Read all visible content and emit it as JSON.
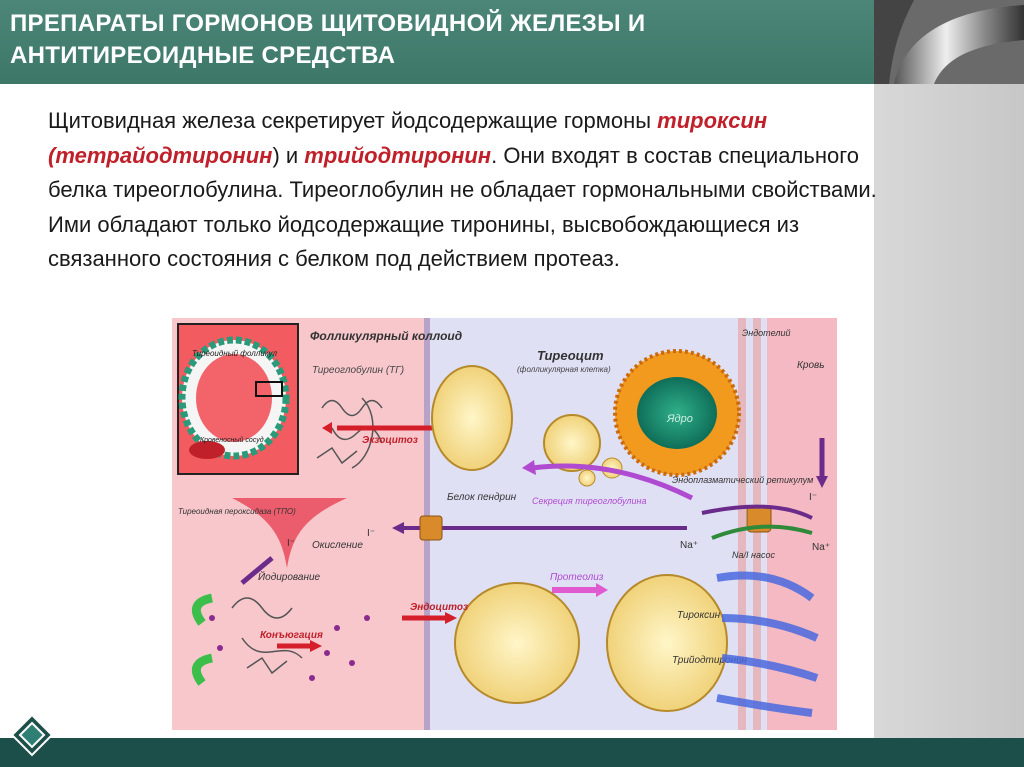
{
  "header": {
    "title_line1": "ПРЕПАРАТЫ ГОРМОНОВ  ЩИТОВИДНОЙ ЖЕЛЕЗЫ И",
    "title_line2": "АНТИТИРЕОИДНЫЕ СРЕДСТВА"
  },
  "body": {
    "t1": "Щитовидная железа секретирует йодсодержащие гормоны ",
    "h1": "тироксин (тетрайодтиронин",
    "t2": ") и ",
    "h2": "трийодтиронин",
    "t3": ". Они входят в состав специального белка тиреоглобулина. Тиреоглобулин не обладает гормональными свойствами. Ими обладают только йодсодержащие тиронины, высвобождающиеся из связанного состояния с белком под действием протеаз."
  },
  "diagram": {
    "inset_follicle": "Тиреоидный фолликул",
    "inset_vessel": "Кровеносный сосуд",
    "colloid": "Фолликулярный коллоид",
    "tg": "Тиреоглобулин (ТГ)",
    "exocytosis": "Экзоцитоз",
    "tpo": "Тиреоидная пероксидаза (ТПО)",
    "oxidation": "Окисление",
    "iodide": "I⁻",
    "iodination": "Йодирование",
    "pendrin": "Белок пендрин",
    "tg_secretion": "Секреция тиреоглобулина",
    "thyrocyte": "Тиреоцит",
    "thyrocyte_sub": "(фолликулярная клетка)",
    "nucleus": "Ядро",
    "er": "Эндоплазматический ретикулум",
    "endothelium": "Эндотелий",
    "blood": "Кровь",
    "na": "Na⁺",
    "na_i_pump": "Na/I насос",
    "conjugation": "Конъюгация",
    "endocytosis": "Эндоцитоз",
    "proteolysis": "Протеолиз",
    "thyroxine": "Тироксин",
    "triiodothyronine": "Трийодтиронин"
  },
  "colors": {
    "header": "#3f7a6c",
    "footer": "#1d4f4a",
    "highlight": "#c0202a"
  }
}
